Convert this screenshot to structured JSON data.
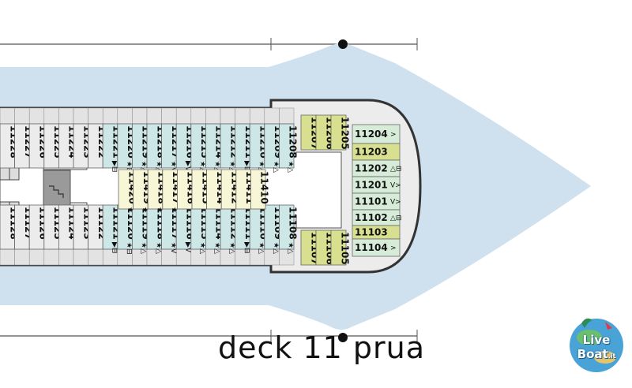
{
  "caption": "deck 11 prua",
  "logo": {
    "text": "Live",
    "text2": "Boat",
    "suffix": ".it"
  },
  "colors": {
    "sea": "#cfe0ee",
    "deck": "#ececec",
    "hull_border": "#333333",
    "cabin_green": "#d6ecd8",
    "cabin_teal": "#cde6e6",
    "cabin_yellow": "#eef0b6",
    "cabin_olive": "#d8e090",
    "cabin_gray": "#ececec",
    "inside_cabin": "#f7f6d6"
  },
  "top_row": [
    {
      "n": "11228",
      "c": "cabin_gray",
      "s": ""
    },
    {
      "n": "11227",
      "c": "cabin_gray",
      "s": ""
    },
    {
      "n": "11226",
      "c": "cabin_gray",
      "s": ""
    },
    {
      "n": "11225",
      "c": "cabin_gray",
      "s": ""
    },
    {
      "n": "11224",
      "c": "cabin_gray",
      "s": ""
    },
    {
      "n": "11223",
      "c": "cabin_gray",
      "s": ""
    },
    {
      "n": "11222",
      "c": "cabin_gray",
      "s": ""
    },
    {
      "n": "11221",
      "c": "cabin_teal",
      "s": "▶⊟"
    },
    {
      "n": "11220",
      "c": "cabin_teal",
      "s": "★⊟"
    },
    {
      "n": "11219",
      "c": "cabin_teal",
      "s": "★△"
    },
    {
      "n": "11218",
      "c": "cabin_teal",
      "s": "★△"
    },
    {
      "n": "11217",
      "c": "cabin_teal",
      "s": "★V"
    },
    {
      "n": "11216",
      "c": "cabin_teal",
      "s": "▶V"
    },
    {
      "n": "11215",
      "c": "cabin_teal",
      "s": "★△"
    },
    {
      "n": "11214",
      "c": "cabin_teal",
      "s": "★△"
    },
    {
      "n": "11212",
      "c": "cabin_teal",
      "s": "★△"
    },
    {
      "n": "11211",
      "c": "cabin_teal",
      "s": "▶⊟"
    },
    {
      "n": "11210",
      "c": "cabin_teal",
      "s": "★△"
    },
    {
      "n": "11209",
      "c": "cabin_teal",
      "s": "★△"
    },
    {
      "n": "11208",
      "c": "cabin_teal",
      "s": "★△"
    }
  ],
  "bottom_row": [
    {
      "n": "11128",
      "c": "cabin_gray",
      "s": ""
    },
    {
      "n": "11127",
      "c": "cabin_gray",
      "s": ""
    },
    {
      "n": "11126",
      "c": "cabin_gray",
      "s": ""
    },
    {
      "n": "11125",
      "c": "cabin_gray",
      "s": ""
    },
    {
      "n": "11124",
      "c": "cabin_gray",
      "s": ""
    },
    {
      "n": "11123",
      "c": "cabin_gray",
      "s": ""
    },
    {
      "n": "11122",
      "c": "cabin_gray",
      "s": ""
    },
    {
      "n": "11121",
      "c": "cabin_teal",
      "s": "▶⊟"
    },
    {
      "n": "11120",
      "c": "cabin_teal",
      "s": "★⊟"
    },
    {
      "n": "11119",
      "c": "cabin_teal",
      "s": "★△"
    },
    {
      "n": "11118",
      "c": "cabin_teal",
      "s": "★△"
    },
    {
      "n": "11117",
      "c": "cabin_teal",
      "s": "★V"
    },
    {
      "n": "11116",
      "c": "cabin_teal",
      "s": "▶V"
    },
    {
      "n": "11115",
      "c": "cabin_teal",
      "s": "★△"
    },
    {
      "n": "11114",
      "c": "cabin_teal",
      "s": "★△"
    },
    {
      "n": "11112",
      "c": "cabin_teal",
      "s": "★△"
    },
    {
      "n": "11111",
      "c": "cabin_teal",
      "s": "▶⊟"
    },
    {
      "n": "11110",
      "c": "cabin_teal",
      "s": "★△"
    },
    {
      "n": "11109",
      "c": "cabin_teal",
      "s": "★△"
    },
    {
      "n": "11108",
      "c": "cabin_teal",
      "s": "★△"
    }
  ],
  "inside_row": [
    {
      "n": "11420",
      "s": "★"
    },
    {
      "n": "11419",
      "s": "★"
    },
    {
      "n": "11418",
      "s": "★"
    },
    {
      "n": "11417",
      "s": "★"
    },
    {
      "n": "11416",
      "s": ""
    },
    {
      "n": "11415",
      "s": ""
    },
    {
      "n": "11414",
      "s": ""
    },
    {
      "n": "11412",
      "s": ""
    },
    {
      "n": "11411",
      "s": ""
    },
    {
      "n": "11410",
      "s": ""
    }
  ],
  "bow_top": [
    {
      "n": "11207",
      "c": "cabin_olive"
    },
    {
      "n": "11206",
      "c": "cabin_olive"
    },
    {
      "n": "11205",
      "c": "cabin_olive"
    }
  ],
  "bow_bottom": [
    {
      "n": "11107",
      "c": "cabin_olive"
    },
    {
      "n": "11106",
      "c": "cabin_olive"
    },
    {
      "n": "11105",
      "c": "cabin_olive"
    }
  ],
  "front_cabins": [
    {
      "n": "11204",
      "c": "cabin_green",
      "s": ">"
    },
    {
      "n": "11203",
      "c": "cabin_olive",
      "s": ""
    },
    {
      "n": "11202",
      "c": "cabin_green",
      "s": "△⊟"
    },
    {
      "n": "11201",
      "c": "cabin_green",
      "s": "V>"
    },
    {
      "n": "11101",
      "c": "cabin_green",
      "s": "V>"
    },
    {
      "n": "11102",
      "c": "cabin_green",
      "s": "△⊟"
    },
    {
      "n": "11103",
      "c": "cabin_olive",
      "s": ""
    },
    {
      "n": "11104",
      "c": "cabin_green",
      "s": ">"
    }
  ]
}
